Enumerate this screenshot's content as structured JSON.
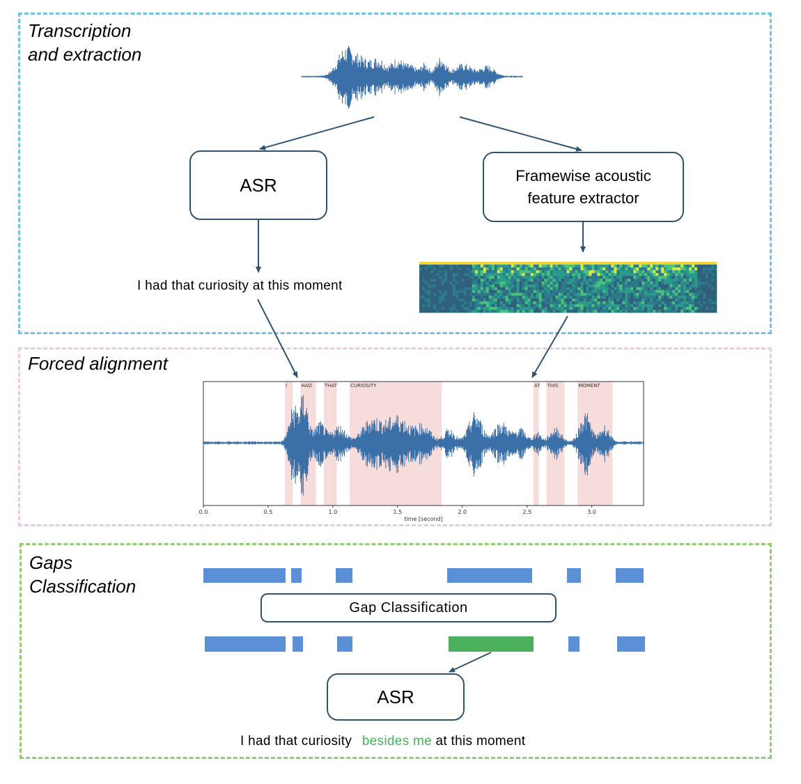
{
  "sections": {
    "transcription": {
      "title_line1": "Transcription",
      "title_line2": "and extraction",
      "color": "#72c2e8"
    },
    "alignment": {
      "title": "Forced alignment",
      "color": "#e8c8ec"
    },
    "gaps": {
      "title_line1": "Gaps",
      "title_line2": "Classification",
      "color": "#8fcf71"
    }
  },
  "boxes": {
    "asr_top": "ASR",
    "feature_line1": "Framewise acoustic",
    "feature_line2": "feature extractor",
    "gap_classification": "Gap Classification",
    "asr_bottom": "ASR"
  },
  "transcripts": {
    "initial": "I had that curiosity at this moment",
    "final_before": "I had that curiosity ",
    "final_inserted": "besides me",
    "final_after": " at this moment"
  },
  "alignment_plot": {
    "xlabel": "time [second]",
    "x_ticks": [
      "0.0",
      "0.5",
      "1.0",
      "1.5",
      "2.0",
      "2.5",
      "3.0"
    ],
    "words": [
      {
        "label": "I",
        "start": 0.63,
        "end": 0.69
      },
      {
        "label": "HAD",
        "start": 0.75,
        "end": 0.87
      },
      {
        "label": "THAT",
        "start": 0.93,
        "end": 1.03
      },
      {
        "label": "CURIOSITY",
        "start": 1.13,
        "end": 1.84
      },
      {
        "label": "AT",
        "start": 2.55,
        "end": 2.59
      },
      {
        "label": "THIS",
        "start": 2.65,
        "end": 2.79
      },
      {
        "label": "MOMENT",
        "start": 2.89,
        "end": 3.16
      }
    ]
  },
  "colors": {
    "segment": "#5b8fd6",
    "gap_filled": "#4caf5e",
    "waveform": "#3a6fa8",
    "word_band": "#f7dcdc",
    "arrow": "#2e5270",
    "inserted_text": "#4caf5e"
  }
}
